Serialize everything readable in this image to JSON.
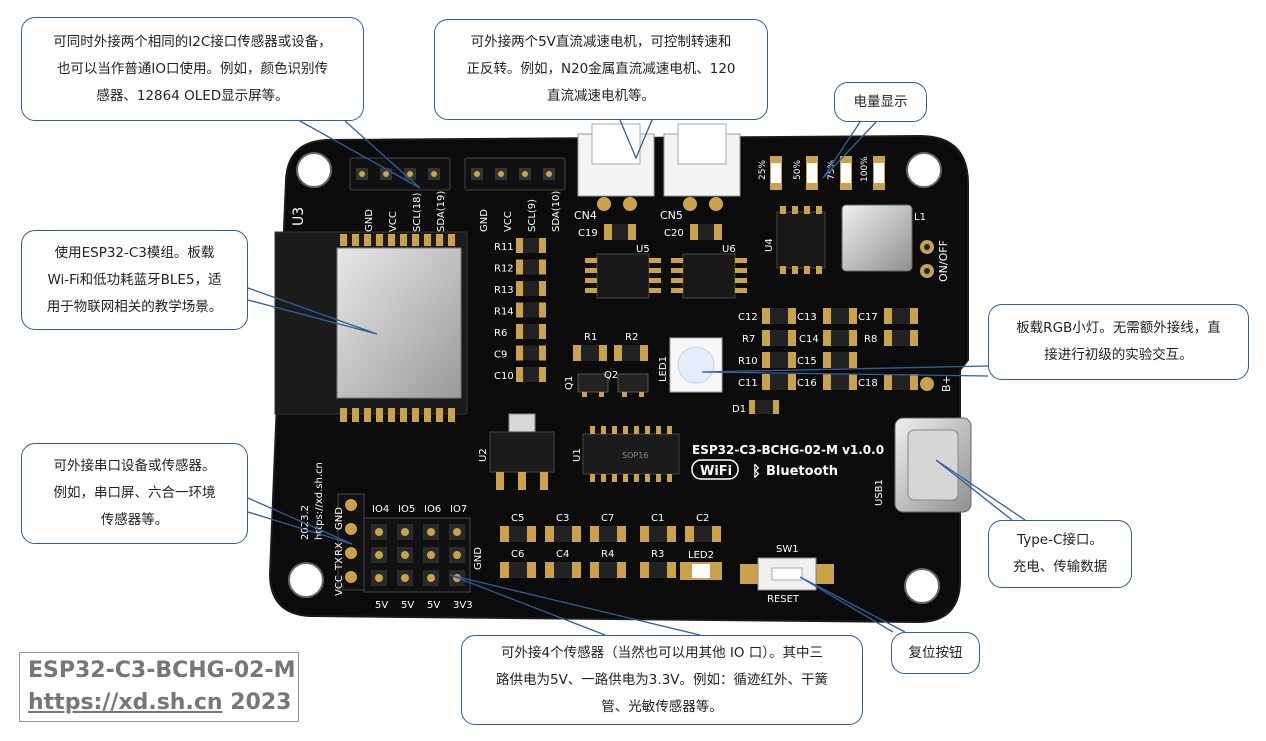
{
  "board": {
    "name": "ESP32-C3-BCHG-02-M v1.0.0",
    "wifi_logo": "WiFi",
    "bluetooth_logo": "Bluetooth",
    "labels": {
      "u3": "U3",
      "u5": "U5",
      "u6": "U6",
      "u4": "U4",
      "u1": "U1",
      "u2": "U2",
      "l1": "L1",
      "usb1": "USB1",
      "cn4": "CN4",
      "cn5": "CN5",
      "led1": "LED1",
      "led2": "LED2",
      "sw1": "SW1",
      "reset": "RESET",
      "on_off": "ON/OFF",
      "b_plus": "B+",
      "d1": "D1",
      "q1": "Q1",
      "q2": "Q2",
      "c19": "C19",
      "c20": "C20",
      "r1": "R1",
      "r2": "R2",
      "sop16": "SOP16",
      "url_vertical": "https://xd.sh.cn",
      "year": "2023.2",
      "pct25": "25%",
      "pct50": "50%",
      "pct75": "75%",
      "pct100": "100%"
    },
    "i2c_left_pins": [
      "GND",
      "VCC",
      "SCL(18)",
      "SDA(19)"
    ],
    "i2c_right_pins": [
      "GND",
      "VCC",
      "SCL(9)",
      "SDA(10)"
    ],
    "left_resistors": [
      "R11",
      "R12",
      "R13",
      "R14",
      "R6",
      "C9",
      "C10"
    ],
    "mid_right_comps": [
      "C12",
      "C13",
      "C17",
      "R7",
      "C14",
      "R8",
      "R10",
      "C15",
      "C11",
      "C16",
      "C18"
    ],
    "bottom_caps_top": [
      "C5",
      "C3",
      "C7",
      "C1",
      "C2"
    ],
    "bottom_caps_bot": [
      "C6",
      "C4",
      "R4",
      "R3"
    ],
    "io_labels": [
      "IO4",
      "IO5",
      "IO6",
      "IO7"
    ],
    "power_labels": [
      "5V",
      "5V",
      "5V",
      "3V3"
    ],
    "uart_labels": [
      "GND",
      "RX",
      "TX",
      "VCC"
    ],
    "gnd_side": "GND"
  },
  "callouts": {
    "i2c": "可同时外接两个相同的I2C接口传感器或设备，\n也可以当作普通IO口使用。例如，颜色识别传\n感器、12864 OLED显示屏等。",
    "motor": "可外接两个5V直流减速电机，可控制转速和\n正反转。例如，N20金属直流减速电机、120\n直流减速电机等。",
    "battery": "电量显示",
    "esp32": "使用ESP32-C3模组。板载\nWi-Fi和低功耗蓝牙BLE5，适\n用于物联网相关的教学场景。",
    "rgb": "板载RGB小灯。无需额外接线，直\n接进行初级的实验交互。",
    "serial": "可外接串口设备或传感器。\n例如，串口屏、六合一环境\n传感器等。",
    "typec": "Type-C接口。\n充电、传输数据",
    "sensors": "可外接4个传感器（当然也可以用其他 IO 口）。其中三\n路供电为5V、一路供电为3.3V。例如：循迹红外、干簧\n管、光敏传感器等。",
    "reset": "复位按钮"
  },
  "badge": {
    "line1": "ESP32-C3-BCHG-02-M",
    "url": "https://xd.sh.cn",
    "year": "2023"
  },
  "colors": {
    "pcb": "#0b0b0b",
    "callout_border": "#2e5f9a",
    "pad_gold": "#c9a24a",
    "silkscreen": "#ffffff"
  }
}
